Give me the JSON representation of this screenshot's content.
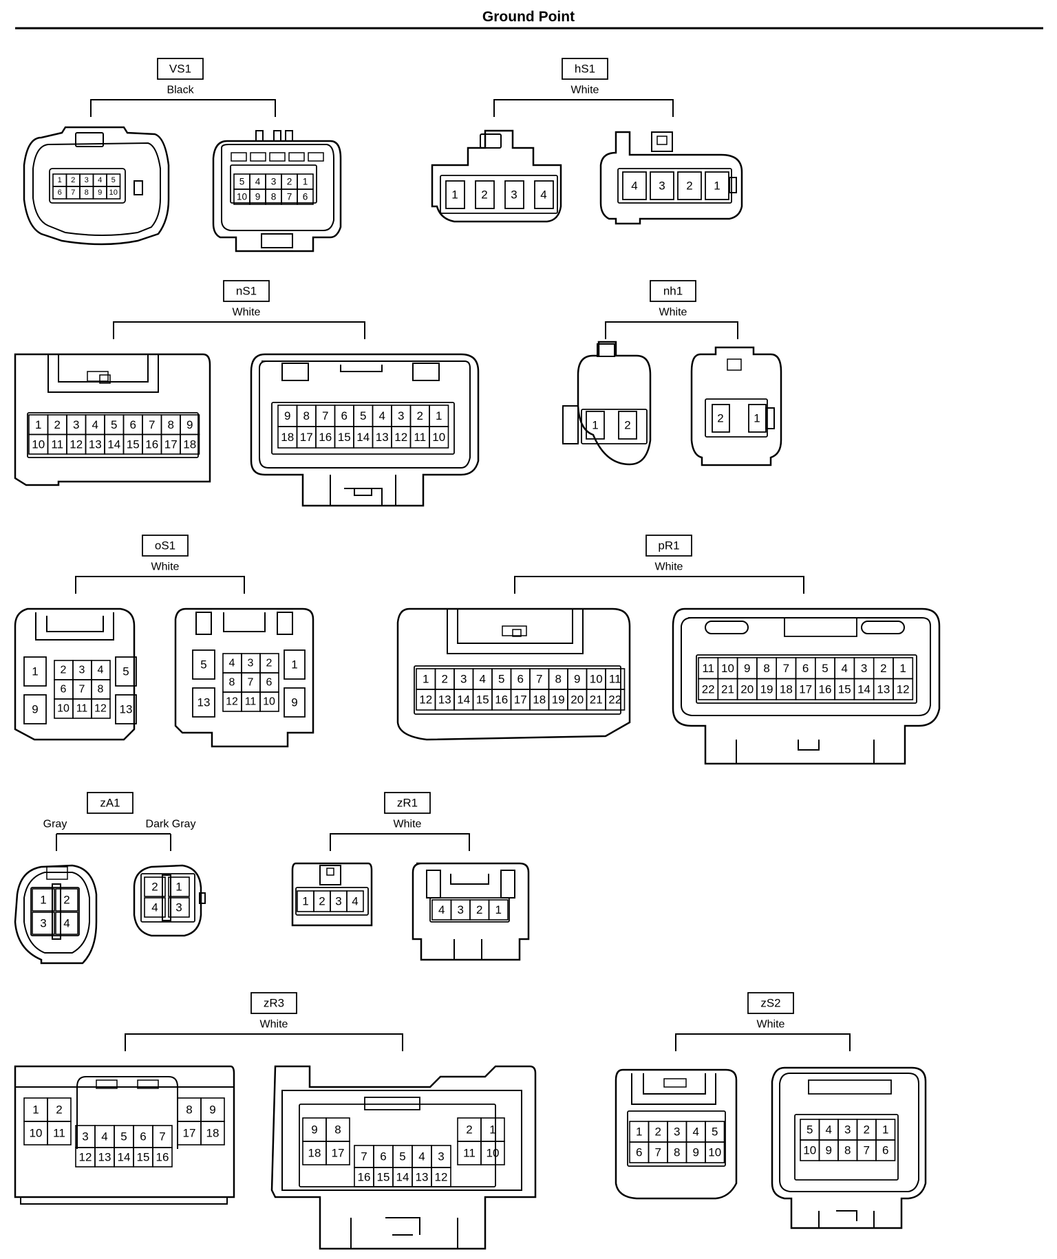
{
  "title": "Ground Point",
  "groups": [
    {
      "id": "VS1",
      "colors": [
        "Black"
      ],
      "connectors": [
        {
          "key": "vs1-left",
          "rows": [
            [
              "1",
              "2",
              "3",
              "4",
              "5"
            ],
            [
              "6",
              "7",
              "8",
              "9",
              "10"
            ]
          ]
        },
        {
          "key": "vs1-right",
          "rows": [
            [
              "5",
              "4",
              "3",
              "2",
              "1"
            ],
            [
              "10",
              "9",
              "8",
              "7",
              "6"
            ]
          ]
        }
      ]
    },
    {
      "id": "hS1",
      "colors": [
        "White"
      ],
      "connectors": [
        {
          "key": "hs1-left",
          "rows": [
            [
              "1",
              "2",
              "3",
              "4"
            ]
          ]
        },
        {
          "key": "hs1-right",
          "rows": [
            [
              "4",
              "3",
              "2",
              "1"
            ]
          ]
        }
      ]
    },
    {
      "id": "nS1",
      "colors": [
        "White"
      ],
      "connectors": [
        {
          "key": "ns1-left",
          "rows": [
            [
              "1",
              "2",
              "3",
              "4",
              "5",
              "6",
              "7",
              "8",
              "9"
            ],
            [
              "10",
              "11",
              "12",
              "13",
              "14",
              "15",
              "16",
              "17",
              "18"
            ]
          ]
        },
        {
          "key": "ns1-right",
          "rows": [
            [
              "9",
              "8",
              "7",
              "6",
              "5",
              "4",
              "3",
              "2",
              "1"
            ],
            [
              "18",
              "17",
              "16",
              "15",
              "14",
              "13",
              "12",
              "11",
              "10"
            ]
          ]
        }
      ]
    },
    {
      "id": "nh1",
      "colors": [
        "White"
      ],
      "connectors": [
        {
          "key": "nh1-left",
          "rows": [
            [
              "1",
              "2"
            ]
          ]
        },
        {
          "key": "nh1-right",
          "rows": [
            [
              "2",
              "1"
            ]
          ]
        }
      ]
    },
    {
      "id": "oS1",
      "colors": [
        "White"
      ],
      "connectors": [
        {
          "key": "os1-left",
          "cells": [
            [
              "1",
              "9"
            ],
            [
              "2",
              "3",
              "4"
            ],
            [
              "6",
              "7",
              "8"
            ],
            [
              "10",
              "11",
              "12"
            ],
            [
              "5",
              "13"
            ]
          ]
        },
        {
          "key": "os1-right",
          "cells": [
            [
              "5",
              "13"
            ],
            [
              "4",
              "3",
              "2"
            ],
            [
              "8",
              "7",
              "6"
            ],
            [
              "12",
              "11",
              "10"
            ],
            [
              "1",
              "9"
            ]
          ]
        }
      ]
    },
    {
      "id": "pR1",
      "colors": [
        "White"
      ],
      "connectors": [
        {
          "key": "pr1-left",
          "rows": [
            [
              "1",
              "2",
              "3",
              "4",
              "5",
              "6",
              "7",
              "8",
              "9",
              "10",
              "11"
            ],
            [
              "12",
              "13",
              "14",
              "15",
              "16",
              "17",
              "18",
              "19",
              "20",
              "21",
              "22"
            ]
          ]
        },
        {
          "key": "pr1-right",
          "rows": [
            [
              "11",
              "10",
              "9",
              "8",
              "7",
              "6",
              "5",
              "4",
              "3",
              "2",
              "1"
            ],
            [
              "22",
              "21",
              "20",
              "19",
              "18",
              "17",
              "16",
              "15",
              "14",
              "13",
              "12"
            ]
          ]
        }
      ]
    },
    {
      "id": "zA1",
      "colors": [
        "Gray",
        "Dark Gray"
      ],
      "connectors": [
        {
          "key": "za1-left",
          "rows": [
            [
              "1",
              "2"
            ],
            [
              "3",
              "4"
            ]
          ]
        },
        {
          "key": "za1-right",
          "rows": [
            [
              "2",
              "1"
            ],
            [
              "4",
              "3"
            ]
          ]
        }
      ]
    },
    {
      "id": "zR1",
      "colors": [
        "White"
      ],
      "connectors": [
        {
          "key": "zr1-left",
          "rows": [
            [
              "1",
              "2",
              "3",
              "4"
            ]
          ]
        },
        {
          "key": "zr1-right",
          "rows": [
            [
              "4",
              "3",
              "2",
              "1"
            ]
          ]
        }
      ]
    },
    {
      "id": "zR3",
      "colors": [
        "White"
      ],
      "connectors": [
        {
          "key": "zr3-left",
          "cells": [
            [
              "1",
              "2"
            ],
            [
              "10",
              "11"
            ],
            [
              "3",
              "4",
              "5",
              "6",
              "7"
            ],
            [
              "12",
              "13",
              "14",
              "15",
              "16"
            ],
            [
              "8",
              "9"
            ],
            [
              "17",
              "18"
            ]
          ]
        },
        {
          "key": "zr3-right",
          "cells": [
            [
              "9",
              "8"
            ],
            [
              "18",
              "17"
            ],
            [
              "7",
              "6",
              "5",
              "4",
              "3"
            ],
            [
              "16",
              "15",
              "14",
              "13",
              "12"
            ],
            [
              "2",
              "1"
            ],
            [
              "11",
              "10"
            ]
          ]
        }
      ]
    },
    {
      "id": "zS2",
      "colors": [
        "White"
      ],
      "connectors": [
        {
          "key": "zs2-left",
          "rows": [
            [
              "1",
              "2",
              "3",
              "4",
              "5"
            ],
            [
              "6",
              "7",
              "8",
              "9",
              "10"
            ]
          ]
        },
        {
          "key": "zs2-right",
          "rows": [
            [
              "5",
              "4",
              "3",
              "2",
              "1"
            ],
            [
              "10",
              "9",
              "8",
              "7",
              "6"
            ]
          ]
        }
      ]
    }
  ]
}
